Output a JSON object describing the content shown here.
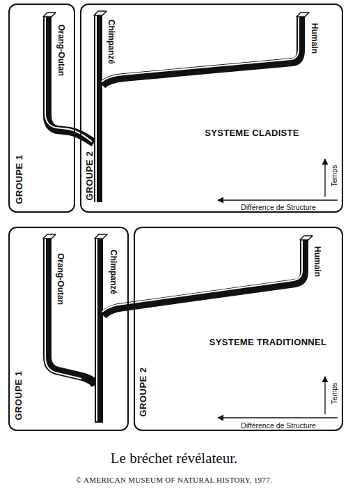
{
  "diagram": {
    "caption": "Le bréchet révélateur.",
    "nodes": [
      {
        "text": [
          "GROUPE 1"
        ]
      },
      {
        "text": [
          "GROUPE 2"
        ]
      },
      {
        "text": [
          "GROUPE 1"
        ]
      },
      {
        "text": [
          "GROUPE 2"
        ]
      }
    ],
    "labels": [
      "Orang-Outan",
      "Chimpanzé",
      "Humain",
      "SYSTEME CLADISTE",
      "Temps",
      "Différence de Structure",
      "Orang-Outan",
      "Chimpanzé",
      "Humain",
      "SYSTEME TRADITIONNEL",
      "Temps",
      "Différence de Structure",
      "© AMERICAN MUSEUM OF NATURAL HISTORY, 1977."
    ]
  }
}
